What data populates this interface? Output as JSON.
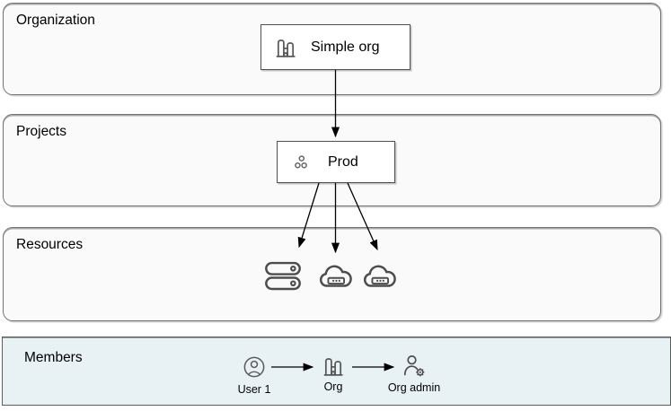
{
  "diagram": {
    "sections": {
      "organization": {
        "label": "Organization"
      },
      "projects": {
        "label": "Projects"
      },
      "resources": {
        "label": "Resources"
      },
      "members": {
        "label": "Members"
      }
    },
    "nodes": {
      "org_node": {
        "label": "Simple org",
        "icon": "organization-building-icon"
      },
      "project_node": {
        "label": "Prod",
        "icon": "project-dots-icon"
      }
    },
    "resource_items": [
      {
        "icon": "database-icon"
      },
      {
        "icon": "cloud-vm-icon"
      },
      {
        "icon": "cloud-vm-icon"
      }
    ],
    "members_flow": {
      "items": [
        {
          "label": "User 1",
          "icon": "user-icon"
        },
        {
          "label": "Org",
          "icon": "organization-building-icon"
        },
        {
          "label": "Org admin",
          "icon": "admin-user-gear-icon"
        }
      ]
    },
    "connections": [
      {
        "from": "Simple org",
        "to": "Prod"
      },
      {
        "from": "Prod",
        "to": "database"
      },
      {
        "from": "Prod",
        "to": "cloud-vm-1"
      },
      {
        "from": "Prod",
        "to": "cloud-vm-2"
      },
      {
        "from": "User 1",
        "to": "Org"
      },
      {
        "from": "Org",
        "to": "Org admin"
      }
    ],
    "colors": {
      "section_bg": "#fafafa",
      "section_border": "#737373",
      "members_bg": "#e8f1f4",
      "node_border": "#4f4f4f",
      "icon_stroke": "#4d4d4d",
      "arrow": "#000000"
    }
  }
}
